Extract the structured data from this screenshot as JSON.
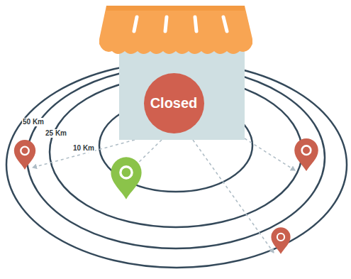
{
  "diagram": {
    "nodes": [
      {
        "text": [
          "Closed"
        ]
      }
    ],
    "labels": [
      "50 Km",
      "25 Km",
      "10 Km"
    ]
  }
}
